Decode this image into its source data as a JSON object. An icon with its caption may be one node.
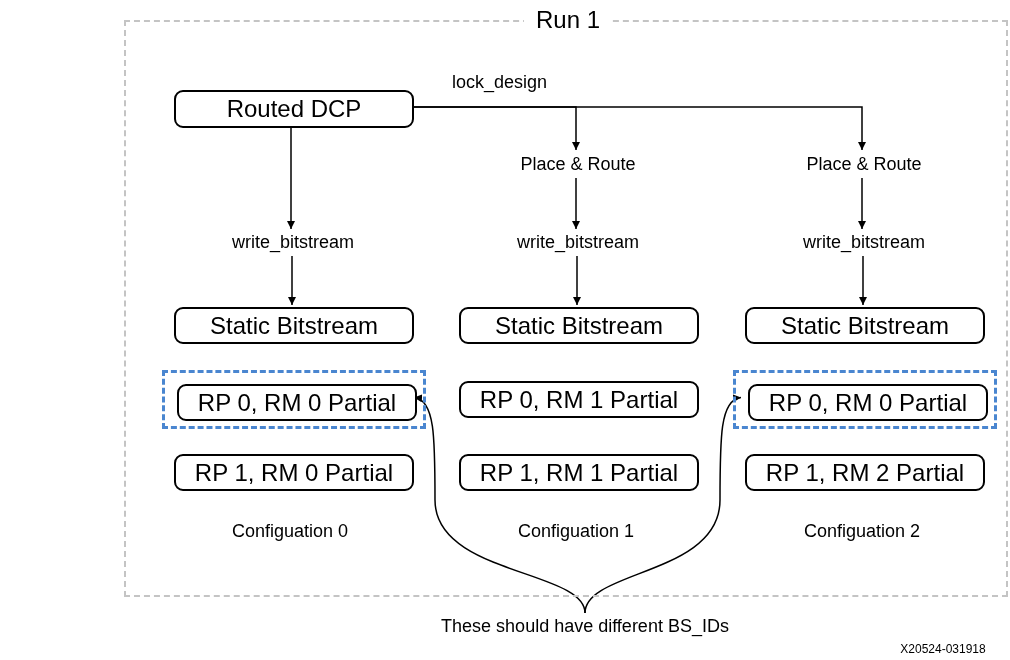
{
  "diagram": {
    "nodes": [
      {
        "text": [
          "Run 1"
        ]
      },
      {
        "text": [
          "Routed DCP"
        ],
        "in": 0
      },
      {
        "text": [
          "Place & Route"
        ],
        "in": 0
      },
      {
        "text": [
          "Place & Route"
        ],
        "in": 0
      },
      {
        "text": [
          "write_bitstream"
        ],
        "in": 0
      },
      {
        "text": [
          "write_bitstream"
        ],
        "in": 0
      },
      {
        "text": [
          "write_bitstream"
        ],
        "in": 0
      },
      {
        "text": [
          "Static Bitstream"
        ],
        "in": 0
      },
      {
        "text": [
          "Static Bitstream"
        ],
        "in": 0
      },
      {
        "text": [
          "Static Bitstream"
        ],
        "in": 0
      },
      {
        "text": [],
        "shape": "box",
        "in": 0
      },
      {
        "text": [
          "RP 0, RM 0 Partial"
        ],
        "in": 10
      },
      {
        "text": [
          "RP 0, RM 1 Partial"
        ],
        "in": 0
      },
      {
        "text": [],
        "shape": "box",
        "in": 0
      },
      {
        "text": [
          "RP 0, RM 0 Partial"
        ],
        "in": 13
      },
      {
        "text": [
          "RP 1, RM 0 Partial"
        ],
        "in": 0
      },
      {
        "text": [
          "RP 1, RM 1 Partial"
        ],
        "in": 0
      },
      {
        "text": [
          "RP 1, RM 2 Partial"
        ],
        "in": 0
      },
      {
        "text": [
          "These should have different BS_IDs"
        ]
      }
    ],
    "edges": [
      {
        "from": 1,
        "to": 4,
        "arrow": "to"
      },
      {
        "from": 1,
        "to": 2,
        "arrow": "to",
        "label": "lock_design"
      },
      {
        "from": 1,
        "to": 3,
        "arrow": "to"
      },
      {
        "from": 2,
        "to": 5,
        "arrow": "to"
      },
      {
        "from": 3,
        "to": 6,
        "arrow": "to"
      },
      {
        "from": 4,
        "to": 7,
        "arrow": "to"
      },
      {
        "from": 5,
        "to": 8,
        "arrow": "to"
      },
      {
        "from": 6,
        "to": 9,
        "arrow": "to"
      },
      {
        "from": 18,
        "to": 11,
        "arrow": "to"
      },
      {
        "from": 18,
        "to": 14,
        "arrow": "to"
      }
    ],
    "labels": [
      "Configuation 0",
      "Configuation 1",
      "Configuation 2",
      "X20524-031918"
    ]
  }
}
